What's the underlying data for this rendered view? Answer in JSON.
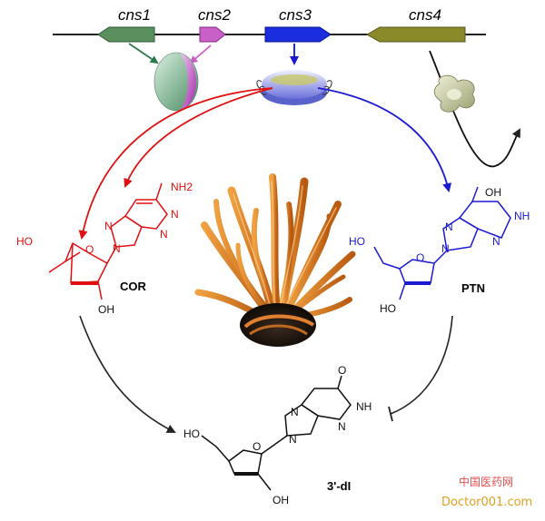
{
  "genes": [
    {
      "label": "cns1",
      "color": "#5b8f5e"
    },
    {
      "label": "cns2",
      "color": "#c860c8"
    },
    {
      "label": "cns3",
      "color": "#1a2ee0"
    },
    {
      "label": "cns4",
      "color": "#8a8a2a"
    }
  ],
  "compounds": {
    "cor": {
      "label": "COR",
      "color": "#e01010"
    },
    "ptn": {
      "label": "PTN",
      "color": "#1a1ad0"
    },
    "dl": {
      "label": "3'-dI",
      "color": "#111111"
    }
  },
  "atoms": {
    "cor": {
      "nh2": "NH2",
      "n7": "N",
      "n1": "N",
      "n9": "N",
      "n3": "N",
      "ho5": "HO",
      "o4": "O",
      "oh3": "OH"
    },
    "ptn": {
      "oh": "OH",
      "n7": "N",
      "nh": "NH",
      "n9": "N",
      "n3": "N",
      "ho5": "HO",
      "o4": "O",
      "oh3": "HO"
    },
    "dl": {
      "o6": "O",
      "n7": "N",
      "nh": "NH",
      "n9": "N",
      "n3": "N",
      "ho5": "HO",
      "o4": "O",
      "oh3": "OH"
    }
  },
  "watermark": {
    "line1": "中国医药网",
    "line2": "Doctor001.com"
  }
}
